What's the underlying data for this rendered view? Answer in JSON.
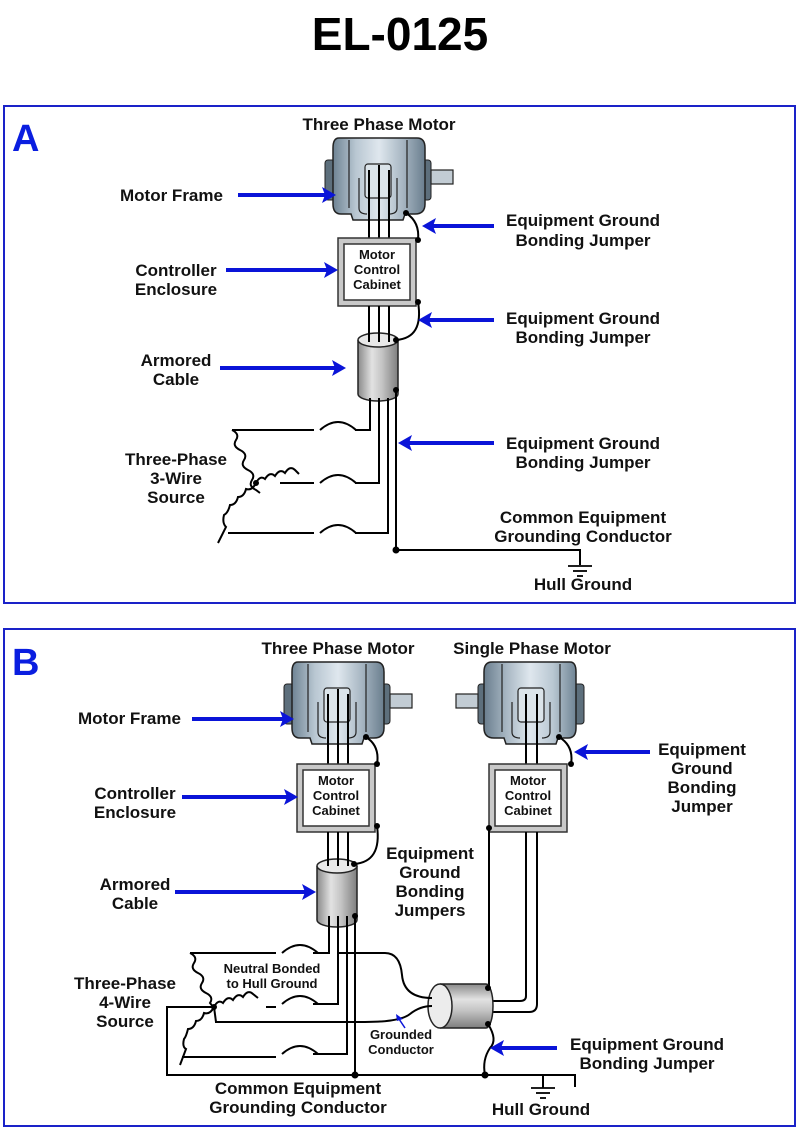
{
  "title": "EL-0125",
  "colors": {
    "panel_border": "#1a22c8",
    "arrow": "#0a14d8",
    "panel_letter": "#0a1ee0",
    "motor_body": "#9fb0bd",
    "cabinet_border": "#bdbdbd"
  },
  "panel_a": {
    "letter": "A",
    "motor_title": "Three Phase Motor",
    "motor_frame": "Motor Frame",
    "controller_enclosure": [
      "Controller",
      "Enclosure"
    ],
    "cabinet": [
      "Motor",
      "Control",
      "Cabinet"
    ],
    "armored_cable": [
      "Armored",
      "Cable"
    ],
    "source": [
      "Three-Phase",
      "3-Wire",
      "Source"
    ],
    "jumper_1": [
      "Equipment Ground",
      "Bonding Jumper"
    ],
    "jumper_2": [
      "Equipment Ground",
      "Bonding Jumper"
    ],
    "jumper_3": [
      "Equipment Ground",
      "Bonding Jumper"
    ],
    "common_conductor": [
      "Common Equipment",
      "Grounding Conductor"
    ],
    "hull_ground": "Hull Ground"
  },
  "panel_b": {
    "letter": "B",
    "motor_title_three": "Three Phase Motor",
    "motor_title_single": "Single Phase Motor",
    "motor_frame": "Motor Frame",
    "controller_enclosure": [
      "Controller",
      "Enclosure"
    ],
    "cabinet_three": [
      "Motor",
      "Control",
      "Cabinet"
    ],
    "cabinet_single": [
      "Motor",
      "Control",
      "Cabinet"
    ],
    "armored_cable": [
      "Armored",
      "Cable"
    ],
    "jumpers_center": [
      "Equipment",
      "Ground",
      "Bonding",
      "Jumpers"
    ],
    "jumper_single": [
      "Equipment",
      "Ground",
      "Bonding",
      "Jumper"
    ],
    "source": [
      "Three-Phase",
      "4-Wire",
      "Source"
    ],
    "neutral_bonded": [
      "Neutral Bonded",
      "to Hull Ground"
    ],
    "grounded_conductor": [
      "Grounded",
      "Conductor"
    ],
    "jumper_bottom": [
      "Equipment Ground",
      "Bonding Jumper"
    ],
    "common_conductor": [
      "Common Equipment",
      "Grounding Conductor"
    ],
    "hull_ground": "Hull Ground"
  }
}
